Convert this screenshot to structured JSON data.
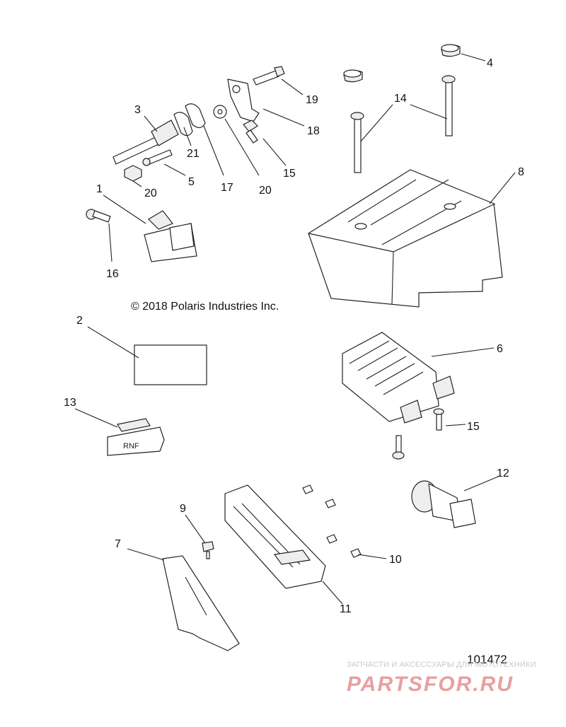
{
  "callouts": [
    {
      "id": "c4",
      "text": "4"
    },
    {
      "id": "c14",
      "text": "14"
    },
    {
      "id": "c19",
      "text": "19"
    },
    {
      "id": "c3",
      "text": "3"
    },
    {
      "id": "c18",
      "text": "18"
    },
    {
      "id": "c21",
      "text": "21"
    },
    {
      "id": "c5",
      "text": "5"
    },
    {
      "id": "c15a",
      "text": "15"
    },
    {
      "id": "c20a",
      "text": "20"
    },
    {
      "id": "c17",
      "text": "17"
    },
    {
      "id": "c20b",
      "text": "20"
    },
    {
      "id": "c8",
      "text": "8"
    },
    {
      "id": "c1",
      "text": "1"
    },
    {
      "id": "c16",
      "text": "16"
    },
    {
      "id": "c2",
      "text": "2"
    },
    {
      "id": "c6",
      "text": "6"
    },
    {
      "id": "c13",
      "text": "13"
    },
    {
      "id": "c15b",
      "text": "15"
    },
    {
      "id": "c12",
      "text": "12"
    },
    {
      "id": "c9",
      "text": "9"
    },
    {
      "id": "c7",
      "text": "7"
    },
    {
      "id": "c10",
      "text": "10"
    },
    {
      "id": "c11",
      "text": "11"
    }
  ],
  "copyright": "© 2018 Polaris Industries Inc.",
  "figure_id": "101472",
  "switch_label": "RNF",
  "watermark": {
    "caption": "ЗАПЧАСТИ И АКСЕССУАРЫ ДЛЯ МОТОТЕХНИКИ",
    "logo_text": "PARTSFOR.RU",
    "color": "#e8a0a0"
  }
}
